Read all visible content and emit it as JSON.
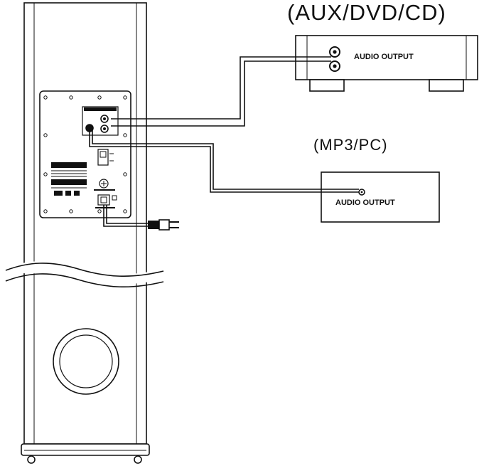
{
  "diagram": {
    "sources": [
      {
        "title": "(AUX/DVD/CD)",
        "output_label": "AUDIO OUTPUT"
      },
      {
        "title": "(MP3/PC)",
        "output_label": "AUDIO OUTPUT"
      }
    ]
  }
}
